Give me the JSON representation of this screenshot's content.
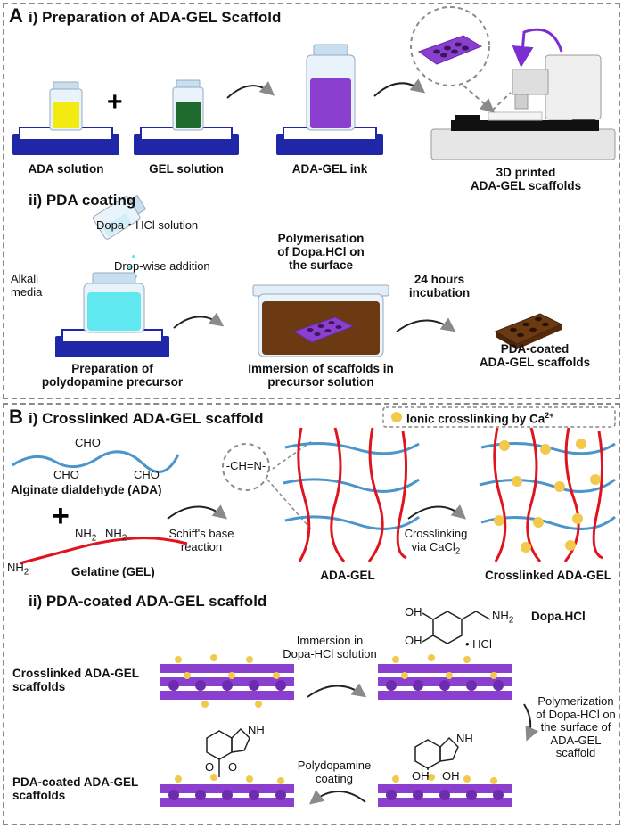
{
  "panel_a": {
    "letter": "A",
    "section_i": "i) Preparation of ADA-GEL Scaffold",
    "ada_solution": "ADA solution",
    "gel_solution": "GEL solution",
    "ada_gel_ink": "ADA-GEL ink",
    "printed_line1": "3D printed",
    "printed_line2": "ADA-GEL scaffolds",
    "section_ii": "ii) PDA coating",
    "dopa_solution": "Dopa・HCl solution",
    "dropwise": "Drop-wise addition",
    "alkali_line1": "Alkali",
    "alkali_line2": "media",
    "poly_line1": "Polymerisation",
    "poly_line2": "of Dopa.HCl on",
    "poly_line3": "the surface",
    "hours_line1": "24 hours",
    "hours_line2": "incubation",
    "prep_line1": "Preparation of",
    "prep_line2": "polydopamine precursor",
    "immersion_line1": "Immersion of scaffolds in",
    "immersion_line2": "precursor solution",
    "pdacoated_line1": "PDA-coated",
    "pdacoated_line2": "ADA-GEL scaffolds"
  },
  "panel_b": {
    "letter": "B",
    "section_i": "i) Crosslinked ADA-GEL scaffold",
    "legend_text": "Ionic crosslinking by Ca",
    "legend_sup": "2+",
    "cho": "CHO",
    "ada_name": "Alginate dialdehyde (ADA)",
    "nh2": "NH",
    "nh2_sub": "2",
    "gel_name": "Gelatine (GEL)",
    "schiff_bond": "-CH=N-",
    "schiff_line1": "Schiff's base",
    "schiff_line2": "reaction",
    "ada_gel": "ADA-GEL",
    "crosslink_line1": "Crosslinking",
    "crosslink_line2": "via CaCl",
    "crosslink_sub": "2",
    "crosslinked_name": "Crosslinked ADA-GEL",
    "section_ii": "ii) PDA-coated ADA-GEL scaffold",
    "oh": "OH",
    "dopa_hcl": "Dopa.HCl",
    "hcl": "• HCl",
    "nh": "NH",
    "o": "O",
    "crosslinked_scaffold_line1": "Crosslinked ADA-GEL",
    "crosslinked_scaffold_line2": "scaffolds",
    "immersion_line1": "Immersion in",
    "immersion_line2": "Dopa-HCl solution",
    "polymerization_line1": "Polymerization",
    "polymerization_line2": "of Dopa-HCl on",
    "polymerization_line3": "the surface of",
    "polymerization_line4": "ADA-GEL",
    "polymerization_line5": "scaffold",
    "pda_coating_line1": "Polydopamine",
    "pda_coating_line2": "coating",
    "pda_scaffold_line1": "PDA-coated ADA-GEL",
    "pda_scaffold_line2": "scaffolds"
  },
  "colors": {
    "yellow": "#f2ea10",
    "green": "#1f6b2e",
    "purple": "#8a3fcf",
    "cyan": "#5fe8ef",
    "brown": "#6b3a12",
    "navy": "#1f27a8",
    "gel_red": "#e0141e",
    "ada_blue": "#4a95cc",
    "ca_yellow": "#f2c94c"
  }
}
